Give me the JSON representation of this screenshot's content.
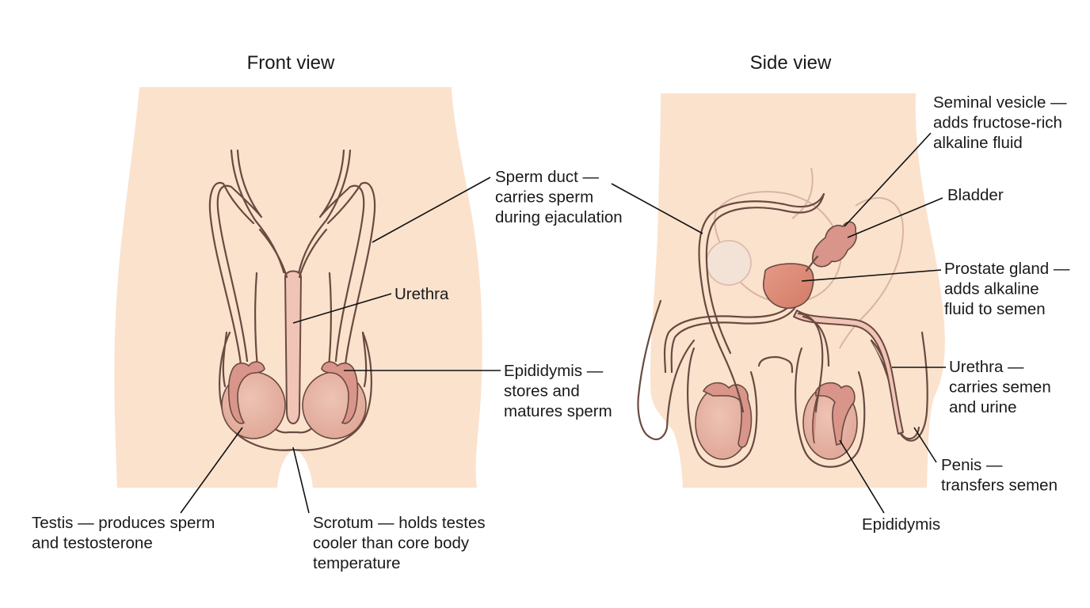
{
  "views": {
    "front": {
      "title": "Front view"
    },
    "side": {
      "title": "Side view"
    }
  },
  "labels": {
    "front_sperm_duct": [
      "Sperm duct —",
      "carries sperm",
      "during ejaculation"
    ],
    "front_urethra": [
      "Urethra"
    ],
    "front_epididymis": [
      "Epididymis —",
      "stores and",
      "matures sperm"
    ],
    "front_testis": [
      "Testis — produces sperm",
      "and testosterone"
    ],
    "front_scrotum": [
      "Scrotum — holds testes",
      "cooler than core body",
      "temperature"
    ],
    "side_seminal_vesicle": [
      "Seminal vesicle —",
      "adds fructose-rich",
      "alkaline fluid"
    ],
    "side_bladder": [
      "Bladder"
    ],
    "side_prostate": [
      "Prostate gland —",
      "adds alkaline",
      "fluid to semen"
    ],
    "side_urethra": [
      "Urethra —",
      "carries semen",
      "and urine"
    ],
    "side_penis": [
      "Penis —",
      "transfers semen"
    ],
    "side_epididymis": [
      "Epididymis"
    ]
  },
  "colors": {
    "skin": "#fbe2cd",
    "testis": "#e9b6a6",
    "epididymis": "#d9958a",
    "prostate": "#e08e7a",
    "duct": "#f0c4b6",
    "outline": "#6a4a40",
    "bladder_outline": "#dcbcae"
  }
}
